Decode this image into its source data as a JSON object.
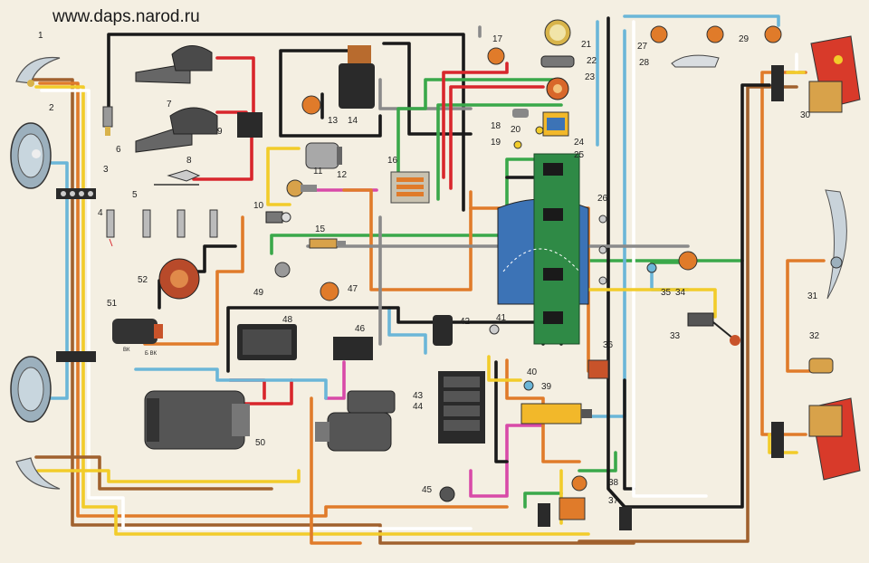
{
  "header": {
    "site": "www.daps.narod.ru"
  },
  "components": [
    {
      "id": "1",
      "label": "1"
    },
    {
      "id": "2",
      "label": "2"
    },
    {
      "id": "3",
      "label": "3"
    },
    {
      "id": "4",
      "label": "4"
    },
    {
      "id": "5",
      "label": "5"
    },
    {
      "id": "6",
      "label": "6"
    },
    {
      "id": "7",
      "label": "7"
    },
    {
      "id": "8",
      "label": "8"
    },
    {
      "id": "9",
      "label": "9"
    },
    {
      "id": "10",
      "label": "10"
    },
    {
      "id": "11",
      "label": "11"
    },
    {
      "id": "12",
      "label": "12"
    },
    {
      "id": "13",
      "label": "13"
    },
    {
      "id": "14",
      "label": "14"
    },
    {
      "id": "15",
      "label": "15"
    },
    {
      "id": "16",
      "label": "16"
    },
    {
      "id": "17",
      "label": "17"
    },
    {
      "id": "18",
      "label": "18"
    },
    {
      "id": "19",
      "label": "19"
    },
    {
      "id": "20",
      "label": "20"
    },
    {
      "id": "21",
      "label": "21"
    },
    {
      "id": "22",
      "label": "22"
    },
    {
      "id": "23",
      "label": "23"
    },
    {
      "id": "24",
      "label": "24"
    },
    {
      "id": "25",
      "label": "25"
    },
    {
      "id": "26",
      "label": "26"
    },
    {
      "id": "27",
      "label": "27"
    },
    {
      "id": "28",
      "label": "28"
    },
    {
      "id": "29",
      "label": "29"
    },
    {
      "id": "30",
      "label": "30"
    },
    {
      "id": "31",
      "label": "31"
    },
    {
      "id": "32",
      "label": "32"
    },
    {
      "id": "33",
      "label": "33"
    },
    {
      "id": "34",
      "label": "34"
    },
    {
      "id": "35",
      "label": "35"
    },
    {
      "id": "36",
      "label": "36"
    },
    {
      "id": "37",
      "label": "37"
    },
    {
      "id": "38",
      "label": "38"
    },
    {
      "id": "39",
      "label": "39"
    },
    {
      "id": "40",
      "label": "40"
    },
    {
      "id": "41",
      "label": "41"
    },
    {
      "id": "42",
      "label": "42"
    },
    {
      "id": "43",
      "label": "43"
    },
    {
      "id": "44",
      "label": "44"
    },
    {
      "id": "45",
      "label": "45"
    },
    {
      "id": "46",
      "label": "46"
    },
    {
      "id": "47",
      "label": "47"
    },
    {
      "id": "48",
      "label": "48"
    },
    {
      "id": "49",
      "label": "49"
    },
    {
      "id": "50",
      "label": "50"
    },
    {
      "id": "51",
      "label": "51"
    },
    {
      "id": "52",
      "label": "52"
    }
  ],
  "terminals": {
    "vk": "ВК",
    "bvk": "Б ВК"
  },
  "colors": {
    "red": "#d8262c",
    "orange": "#e07b2a",
    "yellow": "#f2cc2a",
    "green": "#3aa84a",
    "blue": "#6bb6d8",
    "black": "#1a1a1a",
    "brown": "#a0612e",
    "white": "#ffffff",
    "pink": "#d84aa8",
    "grey": "#8a8a8a",
    "panel_green": "#2f8a46",
    "panel_blue": "#3c73b6",
    "lamp_red": "#d83a2a"
  }
}
